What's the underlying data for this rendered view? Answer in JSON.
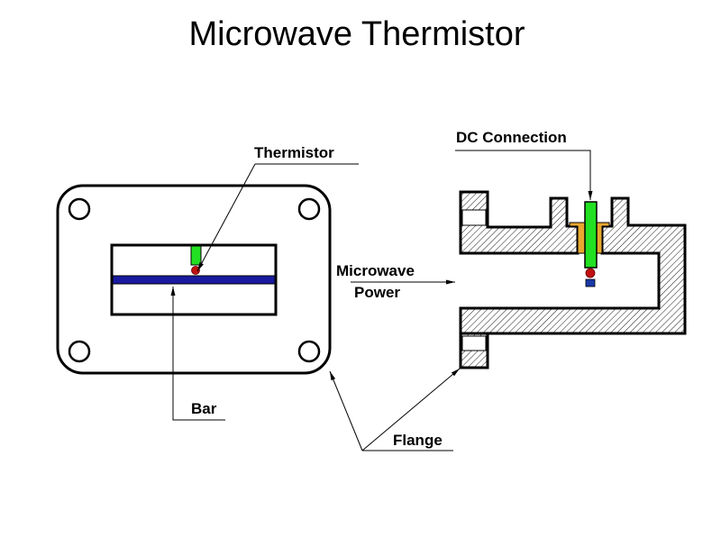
{
  "title": "Microwave Thermistor",
  "labels": {
    "thermistor": "Thermistor",
    "bar": "Bar",
    "microwave_power_line1": "Microwave",
    "microwave_power_line2": "Power",
    "dc_connection": "DC Connection",
    "flange": "Flange"
  },
  "colors": {
    "outline": "#000000",
    "bar": "#1a1aa0",
    "thermistor_bead": "#c01010",
    "thermistor_lead": "#22e022",
    "insulator": "#e8a830",
    "probe_tip": "#1a3aa8",
    "hatch": "#000000"
  },
  "components": [
    {
      "name": "flange-front-view",
      "description": "Rectangular flange with four mounting holes"
    },
    {
      "name": "waveguide-cross-section",
      "description": "Hatched waveguide section with DC probe"
    }
  ]
}
